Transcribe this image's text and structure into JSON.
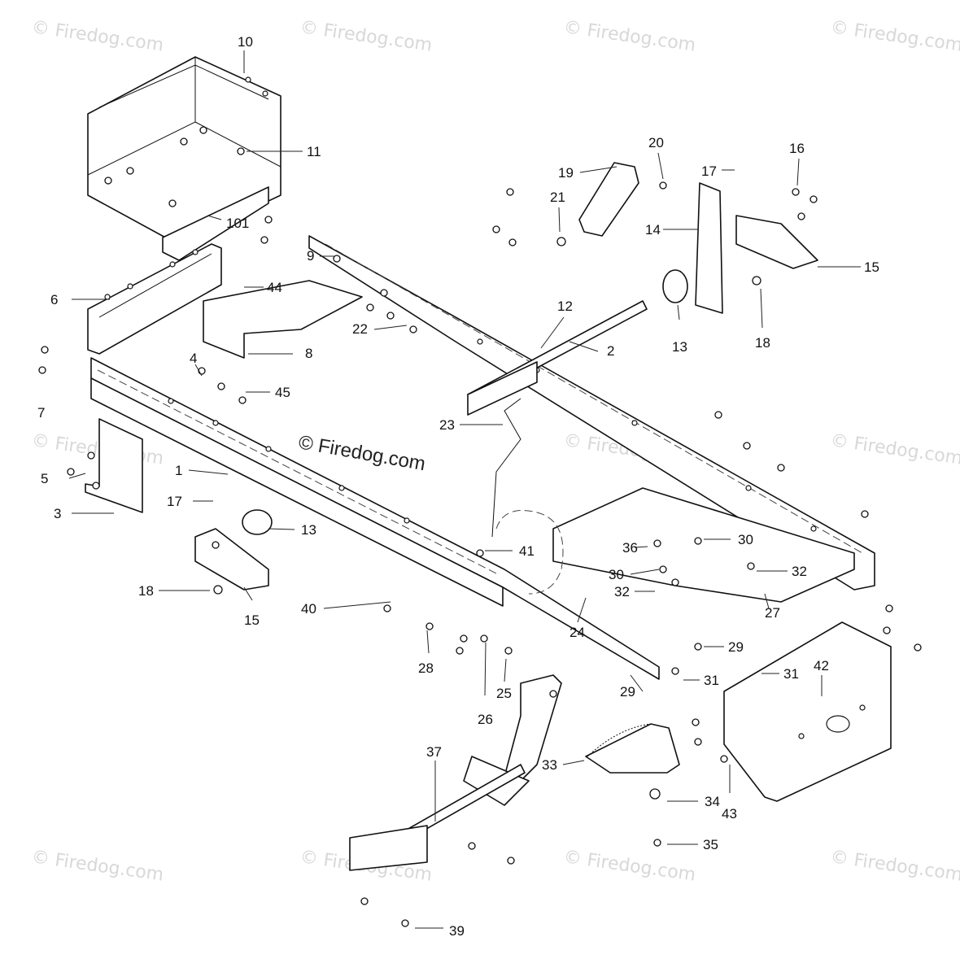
{
  "diagram": {
    "watermark_text": "© Firedog.com",
    "callouts": [
      "10",
      "11",
      "101",
      "6",
      "7",
      "5",
      "3",
      "4",
      "44",
      "9",
      "8",
      "45",
      "1",
      "17",
      "13",
      "18",
      "15",
      "40",
      "22",
      "12",
      "2",
      "23",
      "19",
      "20",
      "21",
      "17",
      "16",
      "14",
      "15",
      "13",
      "18",
      "41",
      "36",
      "30",
      "30",
      "32",
      "32",
      "27",
      "29",
      "31",
      "31",
      "42",
      "29",
      "28",
      "26",
      "25",
      "24",
      "33",
      "34",
      "35",
      "37",
      "43",
      "39"
    ]
  }
}
